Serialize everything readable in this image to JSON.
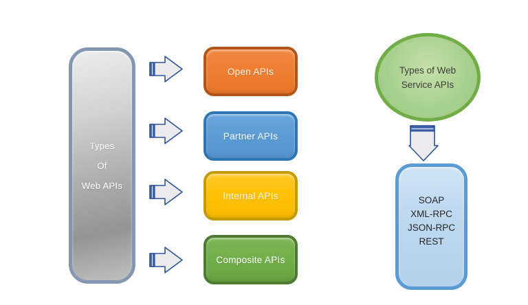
{
  "left_shape": {
    "lines": [
      "Types",
      "Of",
      "Web APIs"
    ],
    "fill_top": "#EDEDED",
    "fill_bottom": "#949494",
    "border": "#8496B0",
    "text_color": "#FFFFFF"
  },
  "api_boxes": [
    {
      "label": "Open APIs",
      "fill": "#ED7D31",
      "border": "#B35418",
      "text_color": "#FFFFFF"
    },
    {
      "label": "Partner APIs",
      "fill": "#5B9BD5",
      "border": "#2E75B6",
      "text_color": "#FFFFFF"
    },
    {
      "label": "Internal APIs",
      "fill": "#FFC000",
      "border": "#C79A02",
      "text_color": "#FFFFFF"
    },
    {
      "label": "Composite APIs",
      "fill": "#70AD47",
      "border": "#4E7A33",
      "text_color": "#FFFFFF"
    }
  ],
  "web_service": {
    "title_lines": [
      "Types of Web",
      "Service APIs"
    ],
    "ellipse_fill": "#A9D18E",
    "ellipse_border": "#70AD47",
    "title_text_color": "#3D3D3D",
    "items": [
      "SOAP",
      "XML-RPC",
      "JSON-RPC",
      "REST"
    ],
    "box_fill": "#BDD7EE",
    "box_border": "#5B9BD5",
    "box_text_color": "#262626"
  },
  "arrow_style": {
    "fill": "#EBEBEE",
    "border": "#2E5395",
    "stripe": "#3E63AF"
  },
  "background": "#FFFFFF"
}
